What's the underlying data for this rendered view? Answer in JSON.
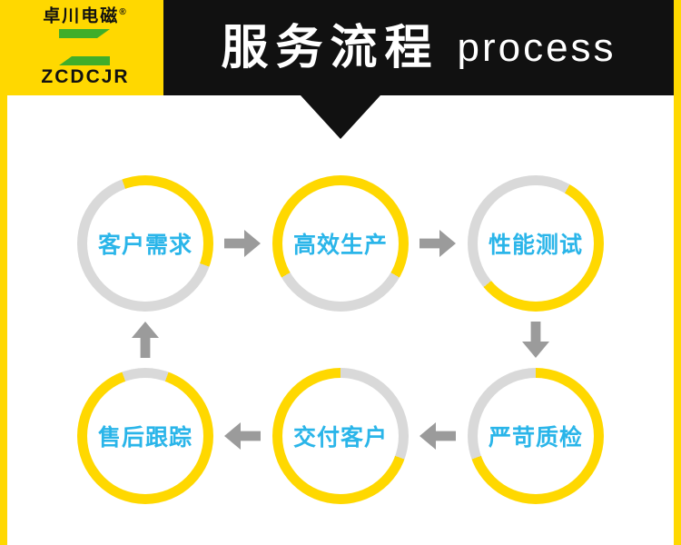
{
  "logo": {
    "brand_cn": "卓川电磁",
    "reg_mark": "®",
    "brand_en": "ZCDCJR",
    "mark_icon": "green-z-logo-icon"
  },
  "header": {
    "title_cn": "服务流程",
    "title_en": "process"
  },
  "steps": [
    {
      "label": "客户需求"
    },
    {
      "label": "高效生产"
    },
    {
      "label": "性能测试"
    },
    {
      "label": "严苛质检"
    },
    {
      "label": "交付客户"
    },
    {
      "label": "售后跟踪"
    }
  ],
  "flow_icons": [
    "arrow-right-icon",
    "arrow-right-icon",
    "arrow-down-icon",
    "arrow-left-icon",
    "arrow-left-icon",
    "arrow-up-icon"
  ],
  "colors": {
    "header_bg": "#111111",
    "accent_yellow": "#ffd800",
    "ring_gray": "#d9d9d9",
    "arrow_gray": "#9b9b9b",
    "step_text": "#2ab5e9",
    "logo_green": "#3fae2a",
    "brand_text": "#111111",
    "title_text": "#ffffff"
  }
}
